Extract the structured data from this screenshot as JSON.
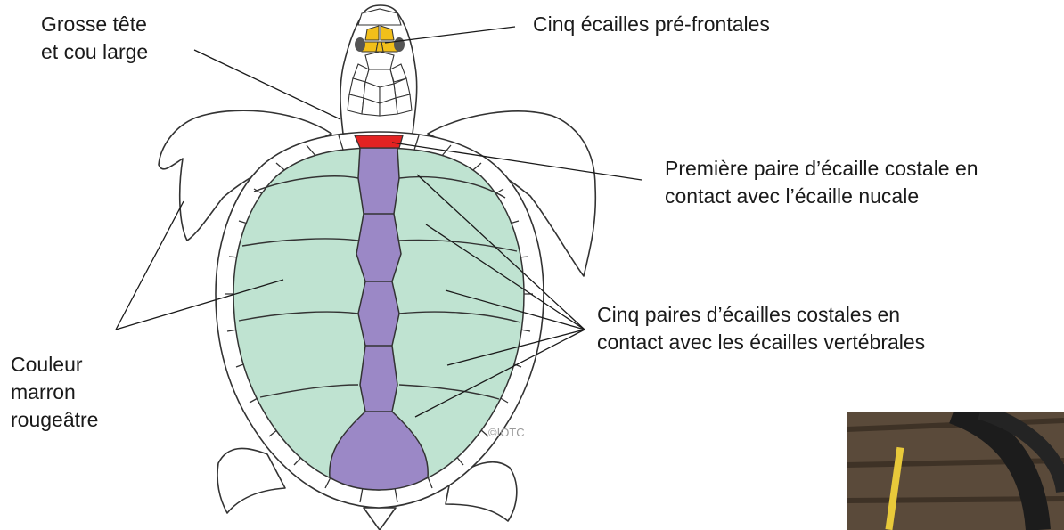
{
  "labels": {
    "head": [
      "Grosse tête",
      "et cou large"
    ],
    "prefrontal": "Cinq écailles pré-frontales",
    "first_costal": [
      "Première paire d’écaille costale en",
      "contact avec l’écaille nucale"
    ],
    "costal_pairs": [
      "Cinq paires d’écailles costales en",
      "contact avec les écailles vertébrales"
    ],
    "color": [
      "Couleur",
      "marron",
      "rougeâtre"
    ]
  },
  "copyright": "©IOTC",
  "colors": {
    "costal": "#bfe3d1",
    "vertebral": "#9b88c6",
    "nuchal": "#e32222",
    "prefrontal": "#f2bf1a",
    "outline": "#333333",
    "skin": "#ffffff"
  }
}
